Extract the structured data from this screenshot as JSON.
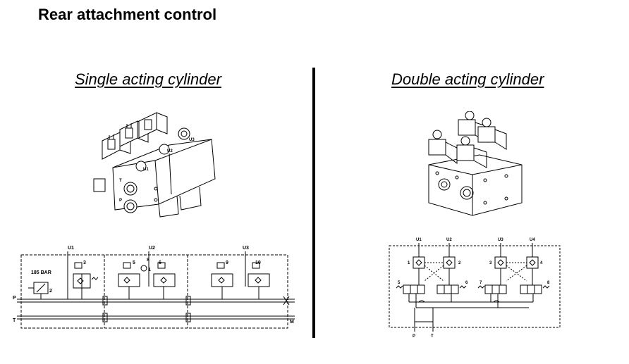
{
  "page": {
    "title": "Rear attachment control"
  },
  "single": {
    "title": "Single acting cylinder",
    "block_labels": {
      "u1": "U1",
      "u2": "U2",
      "u3": "U3",
      "t": "T",
      "p": "P"
    },
    "schematic": {
      "ports": {
        "u1": "U1",
        "u2": "U2",
        "u3": "U3",
        "p": "P",
        "t": "T",
        "m": "M"
      },
      "relief_label": "185 BAR",
      "numbers": {
        "n1": "1",
        "n2": "2",
        "n3": "3",
        "n5": "5",
        "n6": "6",
        "n8": "8",
        "n9": "9",
        "n10": "10"
      }
    }
  },
  "double": {
    "title": "Double acting cylinder",
    "schematic": {
      "ports": {
        "u1": "U1",
        "u2": "U2",
        "u3": "U3",
        "u4": "U4",
        "p": "P",
        "t": "T"
      },
      "numbers": {
        "n1": "1",
        "n2": "2",
        "n3": "3",
        "n4": "4",
        "n5": "5",
        "n6": "6",
        "n7": "7",
        "n8": "8"
      }
    }
  }
}
